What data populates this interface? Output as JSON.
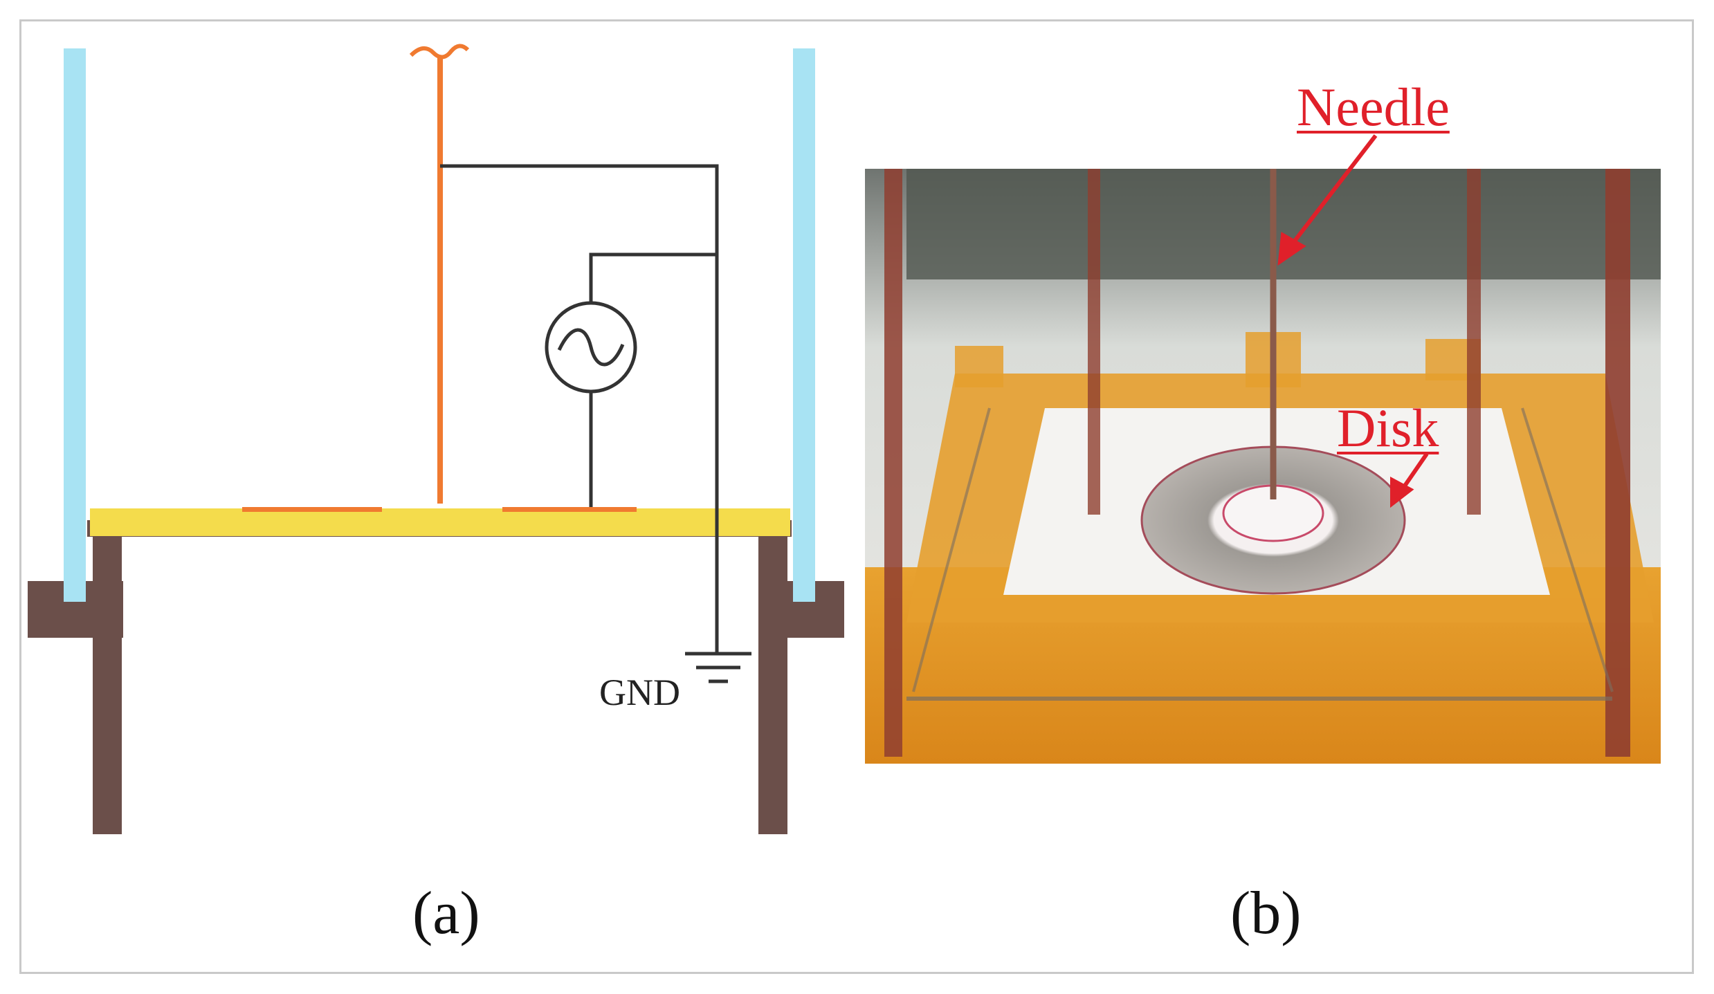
{
  "panel_a": {
    "caption": "(a)",
    "ground_label": "GND",
    "colors": {
      "glass_wall": "#a8e3f3",
      "electrode": "#f07a30",
      "substrate": "#f4dc4c",
      "frame": "#6b4f4a",
      "wire": "#333333"
    },
    "icons": [
      "ac-source-icon",
      "ground-symbol-icon"
    ]
  },
  "panel_b": {
    "caption": "(b)",
    "needle_label": "Needle",
    "disk_label": "Disk",
    "label_color": "#e0202a"
  }
}
